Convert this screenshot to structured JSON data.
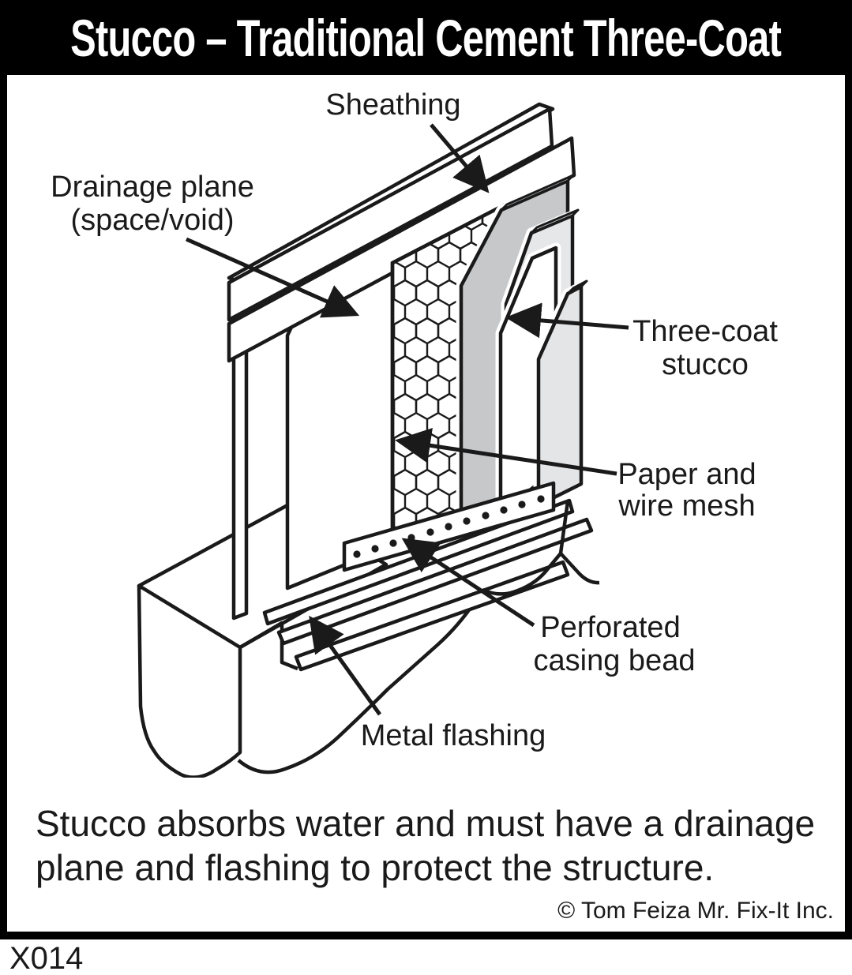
{
  "title": "Stucco – Traditional Cement Three-Coat",
  "figure_code": "X014",
  "caption": {
    "line1": "Stucco absorbs water and must have a drainage",
    "line2": "plane and flashing to protect the structure."
  },
  "attribution": "© Tom Feiza Mr. Fix-It Inc.",
  "diagram": {
    "labels": {
      "sheathing": "Sheathing",
      "drainage_line1": "Drainage plane",
      "drainage_line2": "(space/void)",
      "three_coat_line1": "Three-coat",
      "three_coat_line2": "stucco",
      "paper_line1": "Paper and",
      "paper_line2": "wire mesh",
      "casing_line1": "Perforated",
      "casing_line2": "casing bead",
      "metal_flashing": "Metal flashing"
    },
    "colors": {
      "line": "#1a1a1a",
      "scratch_coat": "#c6c8ca",
      "brown_coat": "#e6e7e9",
      "finish_coat": "#e4e5e7",
      "panel_white": "#ffffff"
    }
  }
}
